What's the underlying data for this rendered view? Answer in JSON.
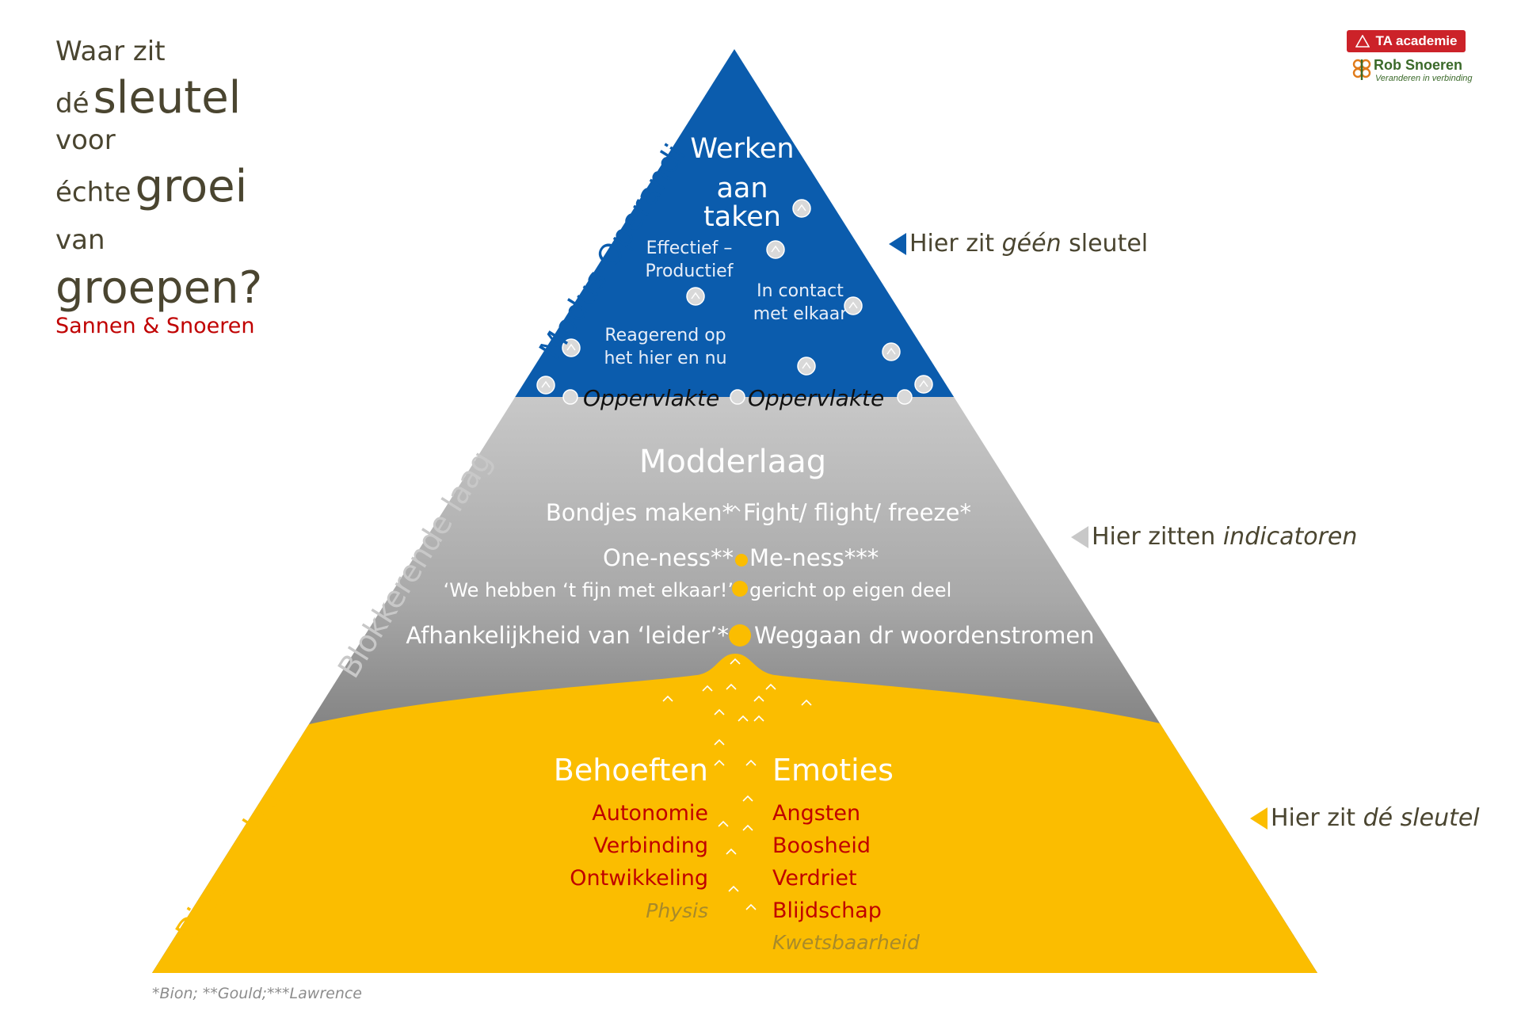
{
  "title": {
    "line1": "Waar zit",
    "line2_a": "dé",
    "line2_b": "sleutel",
    "line3": "voor",
    "line4_a": "échte",
    "line4_b": "groei",
    "line5": "van",
    "line6": "groepen?",
    "authors": "Sannen & Snoeren"
  },
  "logo": {
    "ta": "TA academie",
    "rs_name": "Rob Snoeren",
    "rs_tagline": "Veranderen in verbinding"
  },
  "layers": {
    "top": {
      "side_label": "Modus Operandi",
      "heading_1": "Werken",
      "heading_2": "aan",
      "heading_3": "taken",
      "item1_a": "Effectief –",
      "item1_b": "Productief",
      "item2_a": "In contact",
      "item2_b": "met elkaar",
      "item3_a": "Reagerend op",
      "item3_b": "het hier en nu",
      "surface_left": "Oppervlakte",
      "surface_right": "Oppervlakte",
      "color": "#0b5cad"
    },
    "middle": {
      "side_label": "Blokkerende laag",
      "heading": "Modderlaag",
      "r1_left": "Bondjes maken*",
      "r1_right": "Fight/ flight/ freeze*",
      "r2_left": "One-ness**",
      "r2_right": "Me-ness***",
      "r3_left": "‘We hebben ‘t fijn met elkaar!’",
      "r3_right": "gericht op eigen deel",
      "r4_left": "Afhankelijkheid van ‘leider’*",
      "r4_right": "Weggaan dr woordenstromen",
      "color_top": "#c8c8c8",
      "color_bottom": "#3a3a3a"
    },
    "bottom": {
      "side_label": "Diepere laag",
      "needs_heading": "Behoeften",
      "needs": [
        "Autonomie",
        "Verbinding",
        "Ontwikkeling"
      ],
      "needs_extra": "Physis",
      "emotions_heading": "Emoties",
      "emotions": [
        "Angsten",
        "Boosheid",
        "Verdriet",
        "Blijdschap"
      ],
      "emotions_extra": "Kwetsbaarheid",
      "color": "#fbbd00"
    }
  },
  "pointers": {
    "top_a": "Hier zit ",
    "top_b": "géén",
    "top_c": " sleutel",
    "middle_a": "Hier zitten ",
    "middle_b": "indicatoren",
    "bottom_a": "Hier zit ",
    "bottom_b": "dé sleutel"
  },
  "footnote": "*Bion; **Gould;***Lawrence"
}
